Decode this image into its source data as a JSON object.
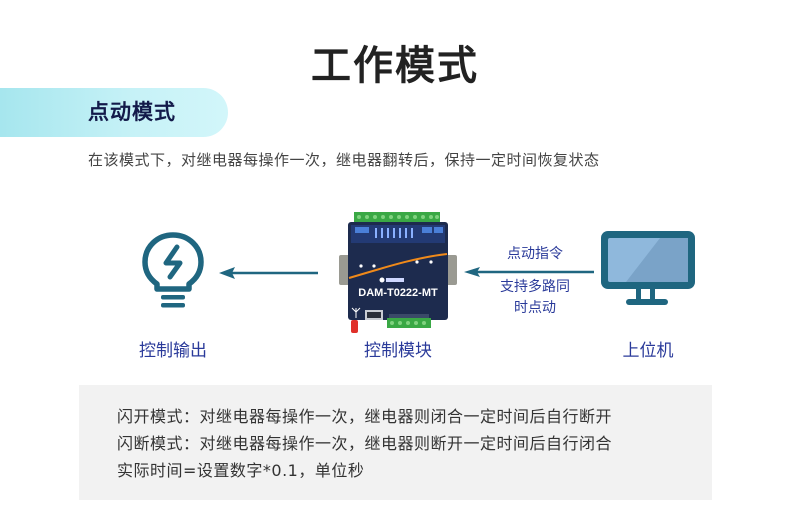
{
  "page": {
    "title": "工作模式",
    "section_label": "点动模式",
    "description": "在该模式下，对继电器每操作一次，继电器翻转后，保持一定时间恢复状态"
  },
  "diagram": {
    "output": {
      "icon": "lightbulb-lightning-icon",
      "label": "控制输出"
    },
    "module": {
      "icon": "relay-module-device",
      "model": "DAM-T0222-MT",
      "label": "控制模块"
    },
    "host": {
      "icon": "monitor-icon",
      "label": "上位机"
    },
    "arrow_left_to_output": {
      "direction": "left"
    },
    "arrow_host_to_module": {
      "direction": "left",
      "top_label": "点动指令",
      "bottom_label_line1": "支持多路同",
      "bottom_label_line2": "时点动"
    }
  },
  "notes": {
    "lines": [
      "闪开模式：对继电器每操作一次，继电器则闭合一定时间后自行断开",
      "闪断模式：对继电器每操作一次，继电器则断开一定时间后自行闭合",
      "实际时间=设置数字*0.1，单位秒"
    ]
  },
  "colors": {
    "accent_teal": "#1f6680",
    "label_blue": "#2a3a9a",
    "pill_start": "#a6e6ee",
    "pill_end": "#d2f6fa",
    "note_bg": "#f2f2f2"
  }
}
